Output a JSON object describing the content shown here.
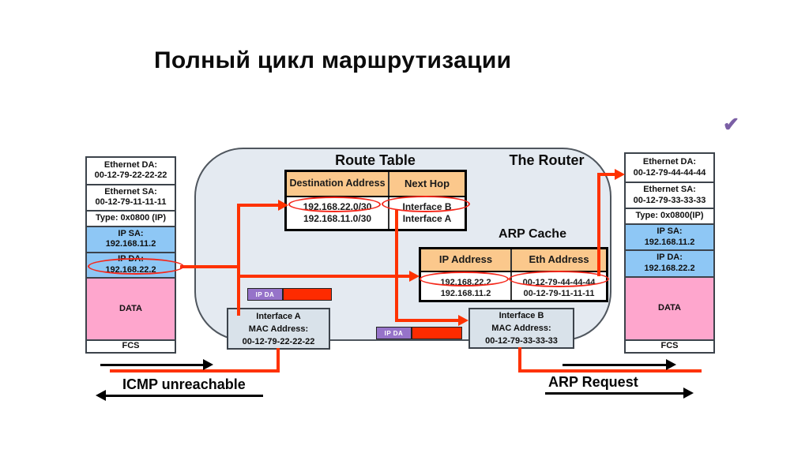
{
  "slide": {
    "title": "Полный цикл маршрутизации",
    "checkmark_icon": "✔"
  },
  "router": {
    "label": "The Router",
    "route_table": {
      "title": "Route Table",
      "col1_header": "Destination Address",
      "col2_header": "Next Hop",
      "rows": [
        {
          "destination": "192.168.22.0/30",
          "next_hop": "Interface B"
        },
        {
          "destination": "192.168.11.0/30",
          "next_hop": "Interface A"
        }
      ]
    },
    "arp_cache": {
      "title": "ARP Cache",
      "col1_header": "IP Address",
      "col2_header": "Eth Address",
      "rows": [
        {
          "ip": "192.168.22.2",
          "eth": "00-12-79-44-44-44"
        },
        {
          "ip": "192.168.11.2",
          "eth": "00-12-79-11-11-11"
        }
      ]
    },
    "interface_a": {
      "name": "Interface A",
      "label": "MAC Address:",
      "mac": "00-12-79-22-22-22"
    },
    "interface_b": {
      "name": "Interface B",
      "label": "MAC Address:",
      "mac": "00-12-79-33-33-33"
    },
    "ip_da_badge_label": "IP DA"
  },
  "left_packet": {
    "eth_da_label": "Ethernet DA:",
    "eth_da": "00-12-79-22-22-22",
    "eth_sa_label": "Ethernet SA:",
    "eth_sa": "00-12-79-11-11-11",
    "type": "Type: 0x0800 (IP)",
    "ip_sa_label": "IP SA:",
    "ip_sa": "192.168.11.2",
    "ip_da_label": "IP DA:",
    "ip_da": "192.168.22.2",
    "data": "DATA",
    "fcs": "FCS"
  },
  "right_packet": {
    "eth_da_label": "Ethernet DA:",
    "eth_da": "00-12-79-44-44-44",
    "eth_sa_label": "Ethernet SA:",
    "eth_sa": "00-12-79-33-33-33",
    "type": "Type: 0x0800(IP)",
    "ip_sa_label": "IP SA:",
    "ip_sa": "192.168.11.2",
    "ip_da_label": "IP DA:",
    "ip_da": "192.168.22.2",
    "data": "DATA",
    "fcs": "FCS"
  },
  "flow_labels": {
    "icmp": "ICMP unreachable",
    "arp_request": "ARP Request"
  },
  "colors": {
    "red_line": "#fe3200",
    "table_header_orange": "#fbc88c",
    "ip_field_blue": "#8ec7f5",
    "data_field_pink": "#fea6cd",
    "badge_purple": "#9673c9",
    "router_fill": "#e4eaf1",
    "interface_box_fill": "#d9e2ea",
    "checkmark_purple": "#7b5fa5"
  }
}
